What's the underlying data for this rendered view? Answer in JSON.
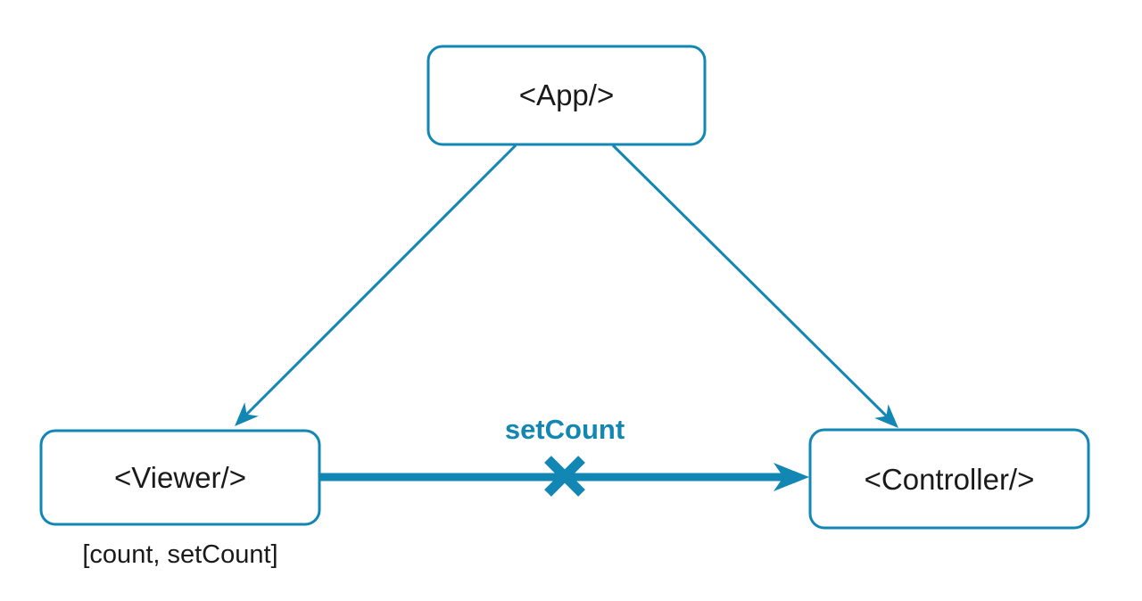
{
  "diagram": {
    "title": "React component state-lifting diagram",
    "accent_color": "#1287b4",
    "text_color": "#1a1a1a",
    "background_color": "#ffffff",
    "nodes": [
      {
        "id": "app",
        "label": "<App/>"
      },
      {
        "id": "viewer",
        "label": "<Viewer/>",
        "sublabel": "[count, setCount]"
      },
      {
        "id": "controller",
        "label": "<Controller/>"
      }
    ],
    "edges": [
      {
        "from": "app",
        "to": "viewer",
        "style": "thin-arrow",
        "label": ""
      },
      {
        "from": "app",
        "to": "controller",
        "style": "thin-arrow",
        "label": ""
      },
      {
        "from": "viewer",
        "to": "controller",
        "style": "thick-arrow-crossed-out",
        "label": "setCount",
        "marker": "x-cross"
      }
    ]
  }
}
